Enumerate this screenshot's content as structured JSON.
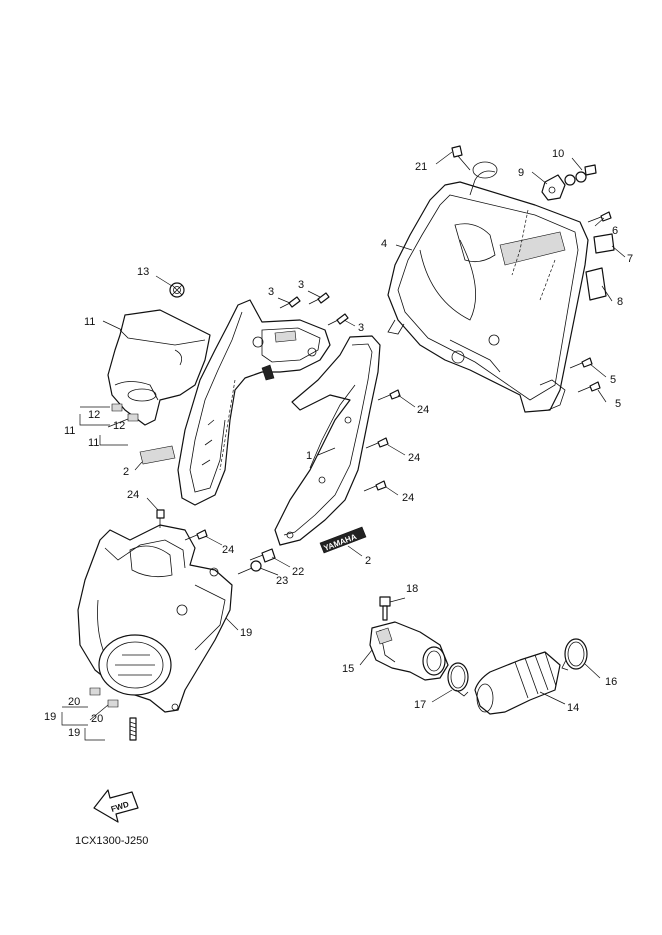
{
  "diagram": {
    "code": "1CX1300-J250",
    "fwd_label": "FWD",
    "brand_label": "YAMAHA",
    "callouts": {
      "c1": "1",
      "c2a": "2",
      "c2b": "2",
      "c3a": "3",
      "c3b": "3",
      "c3c": "3",
      "c4": "4",
      "c5a": "5",
      "c5b": "5",
      "c6": "6",
      "c7": "7",
      "c8": "8",
      "c9": "9",
      "c10": "10",
      "c11a": "11",
      "c11b": "11",
      "c11c": "11",
      "c12a": "12",
      "c12b": "12",
      "c13": "13",
      "c14": "14",
      "c15": "15",
      "c16": "16",
      "c17": "17",
      "c18": "18",
      "c19a": "19",
      "c19b": "19",
      "c19c": "19",
      "c20a": "20",
      "c20b": "20",
      "c21": "21",
      "c22": "22",
      "c23": "23",
      "c24a": "24",
      "c24b": "24",
      "c24c": "24",
      "c24d": "24",
      "c24e": "24"
    }
  }
}
